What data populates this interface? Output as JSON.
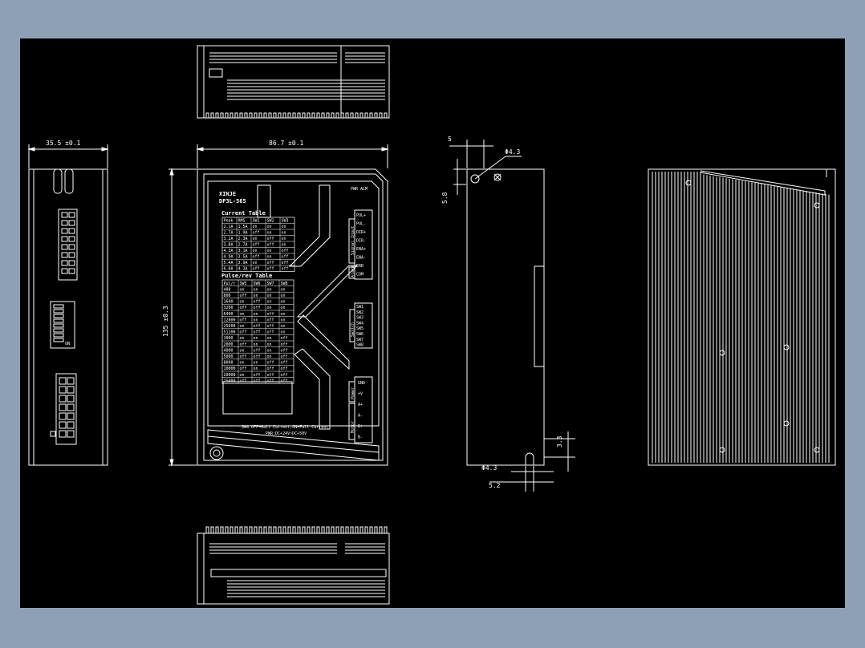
{
  "dimensions": {
    "side_width": "35.5 ±0.1",
    "front_width": "86.7 ±0.1",
    "front_height": "135 ±0.3",
    "hole_offset_top": "5",
    "hole_diameter": "Φ4.3",
    "hole_height": "5.8",
    "bottom_offset": "3.3",
    "bottom_hole_diameter": "Φ4.3",
    "bottom_width": "5.2"
  },
  "label": {
    "brand": "XINJE",
    "model": "DP3L-565",
    "top_right": "PWR ALM",
    "current_title": "Current Table",
    "current_headers": [
      "Peak",
      "RMS",
      "SW1",
      "SW2",
      "SW3"
    ],
    "current_rows": [
      [
        "2.1A",
        "1.5A",
        "on",
        "on",
        "on"
      ],
      [
        "2.7A",
        "1.9A",
        "off",
        "on",
        "on"
      ],
      [
        "3.2A",
        "2.3A",
        "on",
        "off",
        "on"
      ],
      [
        "3.8A",
        "2.7A",
        "off",
        "off",
        "on"
      ],
      [
        "4.3A",
        "3.1A",
        "on",
        "on",
        "off"
      ],
      [
        "4.9A",
        "3.5A",
        "off",
        "on",
        "off"
      ],
      [
        "5.4A",
        "3.9A",
        "on",
        "off",
        "off"
      ],
      [
        "6.0A",
        "4.3A",
        "off",
        "off",
        "off"
      ]
    ],
    "pulse_title": "Pulse/rev Table",
    "pulse_headers": [
      "Pul/r",
      "SW5",
      "SW6",
      "SW7",
      "SW8"
    ],
    "pulse_rows": [
      [
        "400",
        "on",
        "on",
        "on",
        "on"
      ],
      [
        "800",
        "off",
        "on",
        "on",
        "on"
      ],
      [
        "1600",
        "on",
        "off",
        "on",
        "on"
      ],
      [
        "3200",
        "off",
        "off",
        "on",
        "on"
      ],
      [
        "6400",
        "on",
        "on",
        "off",
        "on"
      ],
      [
        "12800",
        "off",
        "on",
        "off",
        "on"
      ],
      [
        "25600",
        "on",
        "off",
        "off",
        "on"
      ],
      [
        "51200",
        "off",
        "off",
        "off",
        "on"
      ],
      [
        "1000",
        "on",
        "on",
        "on",
        "off"
      ],
      [
        "2000",
        "off",
        "on",
        "on",
        "off"
      ],
      [
        "4000",
        "on",
        "off",
        "on",
        "off"
      ],
      [
        "5000",
        "off",
        "off",
        "on",
        "off"
      ],
      [
        "8000",
        "on",
        "on",
        "off",
        "off"
      ],
      [
        "10000",
        "off",
        "on",
        "off",
        "off"
      ],
      [
        "20000",
        "on",
        "off",
        "off",
        "off"
      ],
      [
        "25000",
        "off",
        "off",
        "off",
        "off"
      ]
    ],
    "terminals_signal": [
      "PUL+",
      "PUL-",
      "DIR+",
      "DIR-",
      "ENA+",
      "ENA-",
      "ERR",
      "COM"
    ],
    "signal_group": "Signal Input",
    "alarm_group": "Alarm",
    "switches": [
      "SW1",
      "SW2",
      "SW3",
      "SW4",
      "SW5",
      "SW6",
      "SW7",
      "SW8"
    ],
    "switch_group": "Switch",
    "terminals_power": [
      "GND",
      "+V",
      "A+",
      "A-",
      "B+",
      "B-"
    ],
    "power_group": "Power",
    "motor_group": "Motor",
    "note1": "SW4 OFF=Half Current,ON=Full Current",
    "note2": "PWR:DC+24V~DC+50V"
  },
  "side_view": {
    "dip_label": "ON"
  }
}
